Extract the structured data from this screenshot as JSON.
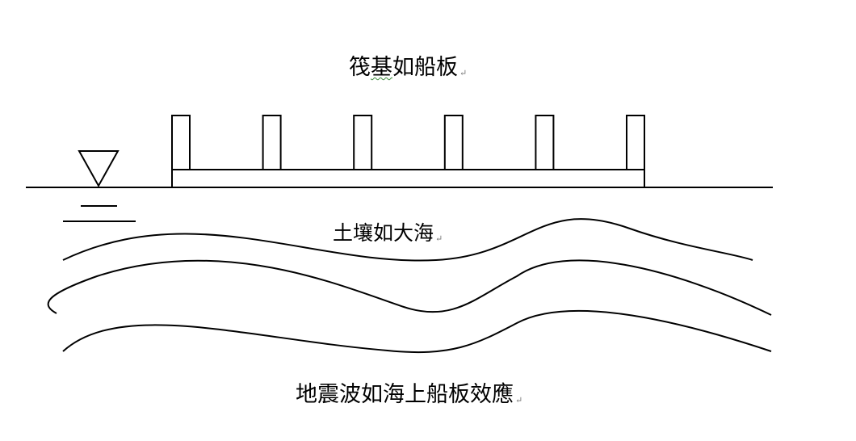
{
  "captions": {
    "raft_part1": "筏",
    "raft_part2": "基",
    "raft_part3": "如船板",
    "soil": "土壤如大海",
    "quake": "地震波如海上船板效應",
    "paragraph_mark": "↵"
  },
  "elements": {
    "column_count": 6,
    "wave_count": 3
  },
  "colors": {
    "stroke": "#000000",
    "background": "#ffffff",
    "spellcheck_underline": "#3a8a3a",
    "paragraph_mark": "#777777"
  }
}
